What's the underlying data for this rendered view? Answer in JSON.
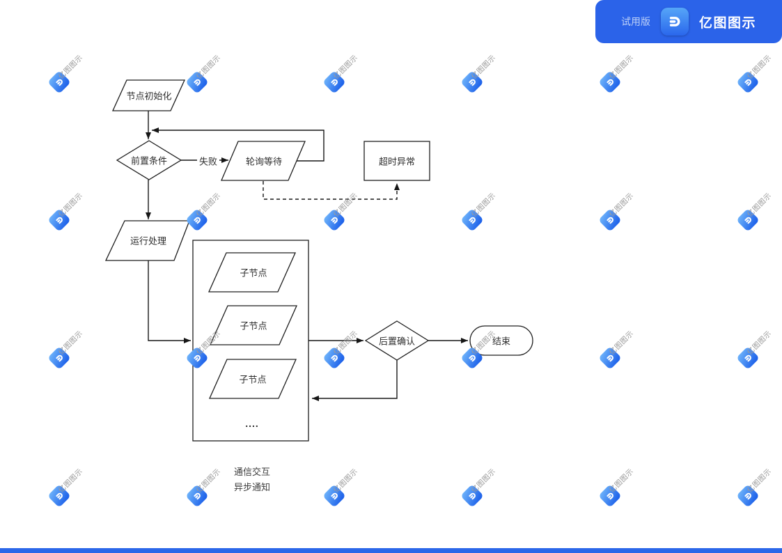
{
  "badge": {
    "trial_label": "试用版",
    "brand": "亿图图示",
    "bg_color": "#2b63e9"
  },
  "watermark": {
    "label": "亿图图示",
    "text_color": "#9b9b9b",
    "cols": [
      85,
      283,
      480,
      678,
      876,
      1074
    ],
    "rows": [
      118,
      316,
      514,
      712
    ]
  },
  "flowchart": {
    "labels": {
      "init": "节点初始化",
      "precheck": "前置条件",
      "fail": "失败",
      "poll": "轮询等待",
      "timeout": "超时异常",
      "run": "运行处理",
      "child": "子节点",
      "more": "....",
      "postcheck": "后置确认",
      "end": "结束"
    },
    "legend": {
      "line1": "通信交互",
      "line2": "异步通知"
    },
    "edges": [
      {
        "from": "节点初始化",
        "to": "前置条件",
        "style": "solid"
      },
      {
        "from": "前置条件",
        "to": "轮询等待",
        "label": "失败",
        "style": "solid"
      },
      {
        "from": "轮询等待",
        "to": "前置条件",
        "style": "solid"
      },
      {
        "from": "轮询等待",
        "to": "超时异常",
        "style": "dashed"
      },
      {
        "from": "前置条件",
        "to": "运行处理",
        "style": "solid"
      },
      {
        "from": "运行处理",
        "to": "子节点容器",
        "style": "solid"
      },
      {
        "from": "子节点1",
        "to": "子节点2",
        "style": "solid"
      },
      {
        "from": "子节点2",
        "to": "子节点3",
        "style": "solid"
      },
      {
        "from": "子节点容器",
        "to": "后置确认",
        "style": "solid"
      },
      {
        "from": "后置确认",
        "to": "结束",
        "style": "solid"
      },
      {
        "from": "后置确认",
        "to": "子节点容器",
        "style": "solid"
      }
    ]
  }
}
